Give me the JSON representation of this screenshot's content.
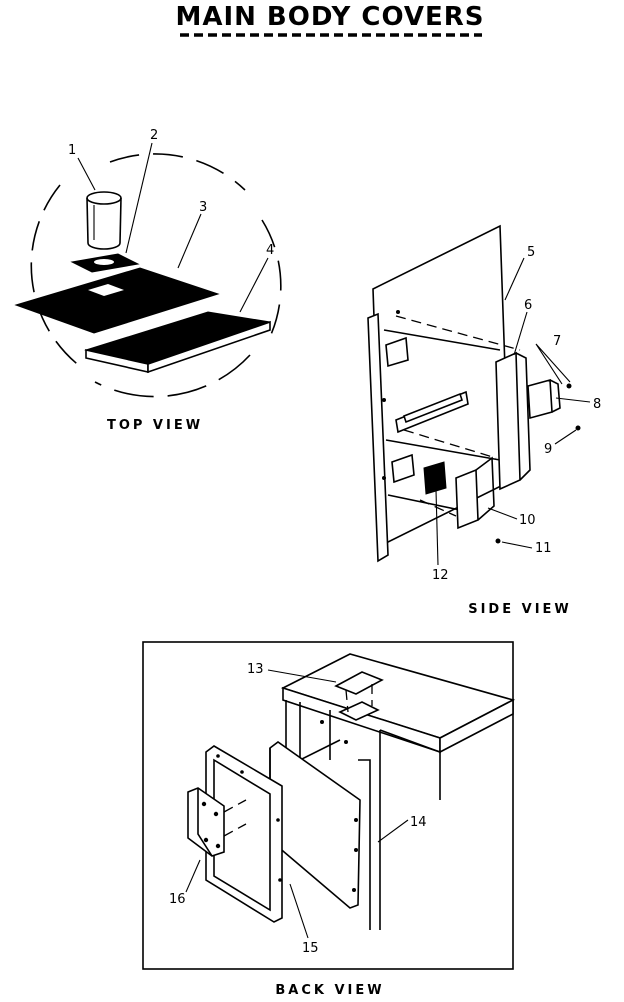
{
  "title": "MAIN BODY COVERS",
  "views": {
    "top": "TOP VIEW",
    "side": "SIDE VIEW",
    "back": "BACK VIEW"
  },
  "callouts": [
    "1",
    "2",
    "3",
    "4",
    "5",
    "6",
    "7",
    "8",
    "9",
    "10",
    "11",
    "12",
    "13",
    "14",
    "15",
    "16"
  ]
}
